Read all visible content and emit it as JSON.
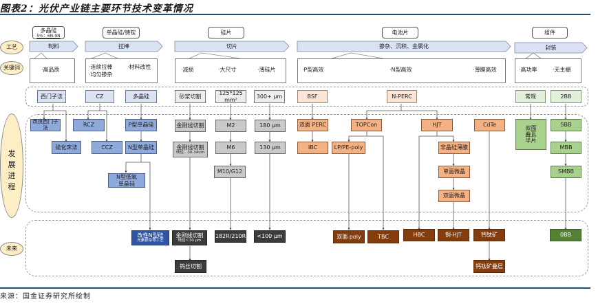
{
  "title": "图表2：光伏产业链主要环节技术变革情况",
  "source": "来源：国金证券研究所绘制",
  "row_labels": {
    "process": "工艺",
    "keywords": "关键词",
    "development": "发展进程",
    "future": "未来"
  },
  "stages": [
    {
      "label": "多晶硅",
      "sub": "5%：6N-9N",
      "process": "制料",
      "keywords": [
        "·高品质"
      ]
    },
    {
      "label": "单晶硅/铸锭",
      "process": "拉棒",
      "keywords": [
        "·连续拉棒",
        "·材料改性",
        "·均匀掺杂"
      ]
    },
    {
      "label": "硅片",
      "process": "切片",
      "keywords": [
        "·减损",
        "·大尺寸",
        "·薄硅片"
      ]
    },
    {
      "label": "电池片",
      "process": "掺杂、沉积、金属化",
      "keywords": [
        "·P型高效",
        "·N型高效",
        "·薄膜高效"
      ]
    },
    {
      "label": "组件",
      "process": "封装",
      "keywords": [
        "·高功率",
        "·无主栅"
      ]
    }
  ],
  "nodes": {
    "siemens": "西门子法",
    "cz": "CZ",
    "poly": "多晶硅",
    "slurry": "砂浆切割",
    "size125": "125*125",
    "size125_unit": "mm²",
    "thick300": "300+ μm",
    "bsf": "BSF",
    "nperc": "N-PERC",
    "regular": "常规",
    "bb2": "2BB",
    "improved_siemens": "改良西门子法",
    "fluidized": "硫化床法",
    "rcz": "RCZ",
    "ccz": "CCZ",
    "p_mono": "P型单晶硅",
    "n_mono": "N型单晶硅",
    "n_low_oxygen": "N型低氧",
    "n_low_oxygen_2": "单晶硅",
    "diamond_wire": "金刚线切割",
    "diamond_wire2": "金刚线切割",
    "diamond_wire2_sub": "线径：30-34um",
    "m2": "M2",
    "m6": "M6",
    "m10": "M10/G12",
    "t180": "180 μm",
    "t130": "130 μm",
    "bifacial_perc": "双面 PERC",
    "ibc": "IBC",
    "topcon": "TOPCon",
    "lp_pe_poly": "LP/PE-poly",
    "hjt": "HJT",
    "amorphous": "非晶硅薄膜",
    "single_micro": "单面微晶",
    "double_micro": "双面微晶",
    "cdte": "CdTe",
    "bifacial_module": "双面",
    "bifacial_module_2": "叠瓦",
    "bifacial_module_3": "半片",
    "bb5": "5BB",
    "mbb": "MBB",
    "smbb": "SMBB",
    "modified_n": "改性N型硅",
    "modified_n_sub": "元素掺杂等工艺",
    "diamond_future": "金刚线切割",
    "diamond_future_sub": "线径＜30 μm",
    "size_future": "182R/210R",
    "thick_future": "<100 μm",
    "tungsten": "钨丝切割",
    "bifacial_poly": "双面 poly",
    "tbc": "TBC",
    "hbc": "HBC",
    "cu_hjt": "铜-HJT",
    "perovskite": "钙钛矿",
    "perovskite_tandem": "钙钛矿叠层",
    "bb0": "0BB"
  }
}
